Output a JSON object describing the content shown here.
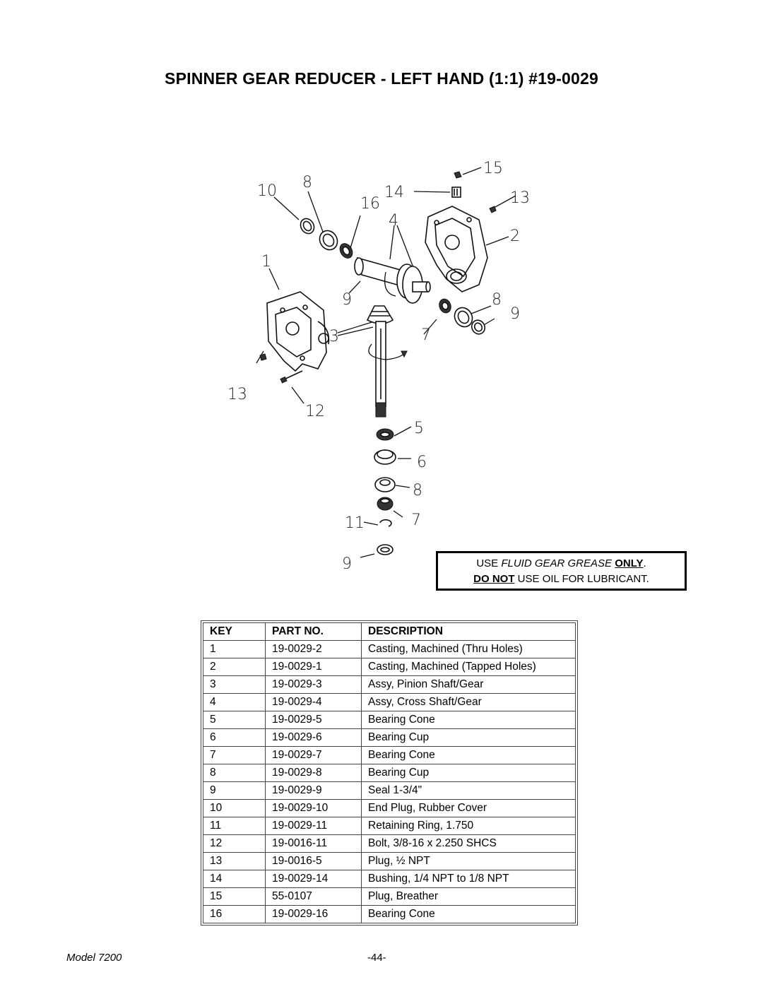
{
  "title": "SPINNER GEAR REDUCER - LEFT HAND (1:1) #19-0029",
  "callouts": [
    "15",
    "10",
    "8",
    "14",
    "13",
    "16",
    "4",
    "2",
    "1",
    "9",
    "8",
    "9",
    "3",
    "7",
    "13",
    "12",
    "5",
    "6",
    "8",
    "11",
    "7",
    "9"
  ],
  "note": {
    "line1_prefix": "USE ",
    "line1_italic": "FLUID GEAR GREASE",
    "line1_space": " ",
    "line1_underline": "ONLY",
    "line1_suffix": ".",
    "line2_underline": "DO NOT",
    "line2_suffix": " USE OIL FOR LUBRICANT."
  },
  "table": {
    "headers": {
      "key": "KEY",
      "part_no": "PART NO.",
      "description": "DESCRIPTION"
    },
    "rows": [
      {
        "key": "1",
        "part_no": "19-0029-2",
        "description": "Casting, Machined (Thru Holes)"
      },
      {
        "key": "2",
        "part_no": "19-0029-1",
        "description": "Casting, Machined (Tapped Holes)"
      },
      {
        "key": "3",
        "part_no": "19-0029-3",
        "description": "Assy, Pinion Shaft/Gear"
      },
      {
        "key": "4",
        "part_no": "19-0029-4",
        "description": "Assy, Cross Shaft/Gear"
      },
      {
        "key": "5",
        "part_no": "19-0029-5",
        "description": "Bearing Cone"
      },
      {
        "key": "6",
        "part_no": "19-0029-6",
        "description": "Bearing Cup"
      },
      {
        "key": "7",
        "part_no": "19-0029-7",
        "description": "Bearing Cone"
      },
      {
        "key": "8",
        "part_no": "19-0029-8",
        "description": "Bearing Cup"
      },
      {
        "key": "9",
        "part_no": "19-0029-9",
        "description": "Seal 1-3/4\""
      },
      {
        "key": "10",
        "part_no": "19-0029-10",
        "description": "End Plug, Rubber Cover"
      },
      {
        "key": "11",
        "part_no": "19-0029-11",
        "description": "Retaining Ring, 1.750"
      },
      {
        "key": "12",
        "part_no": "19-0016-11",
        "description": "Bolt, 3/8-16 x 2.250 SHCS"
      },
      {
        "key": "13",
        "part_no": "19-0016-5",
        "description": "Plug, ½ NPT"
      },
      {
        "key": "14",
        "part_no": "19-0029-14",
        "description": "Bushing, 1/4 NPT to 1/8 NPT"
      },
      {
        "key": "15",
        "part_no": "55-0107",
        "description": "Plug, Breather"
      },
      {
        "key": "16",
        "part_no": "19-0029-16",
        "description": "Bearing Cone"
      }
    ]
  },
  "footer": {
    "model": "Model 7200",
    "page": "-44-"
  }
}
